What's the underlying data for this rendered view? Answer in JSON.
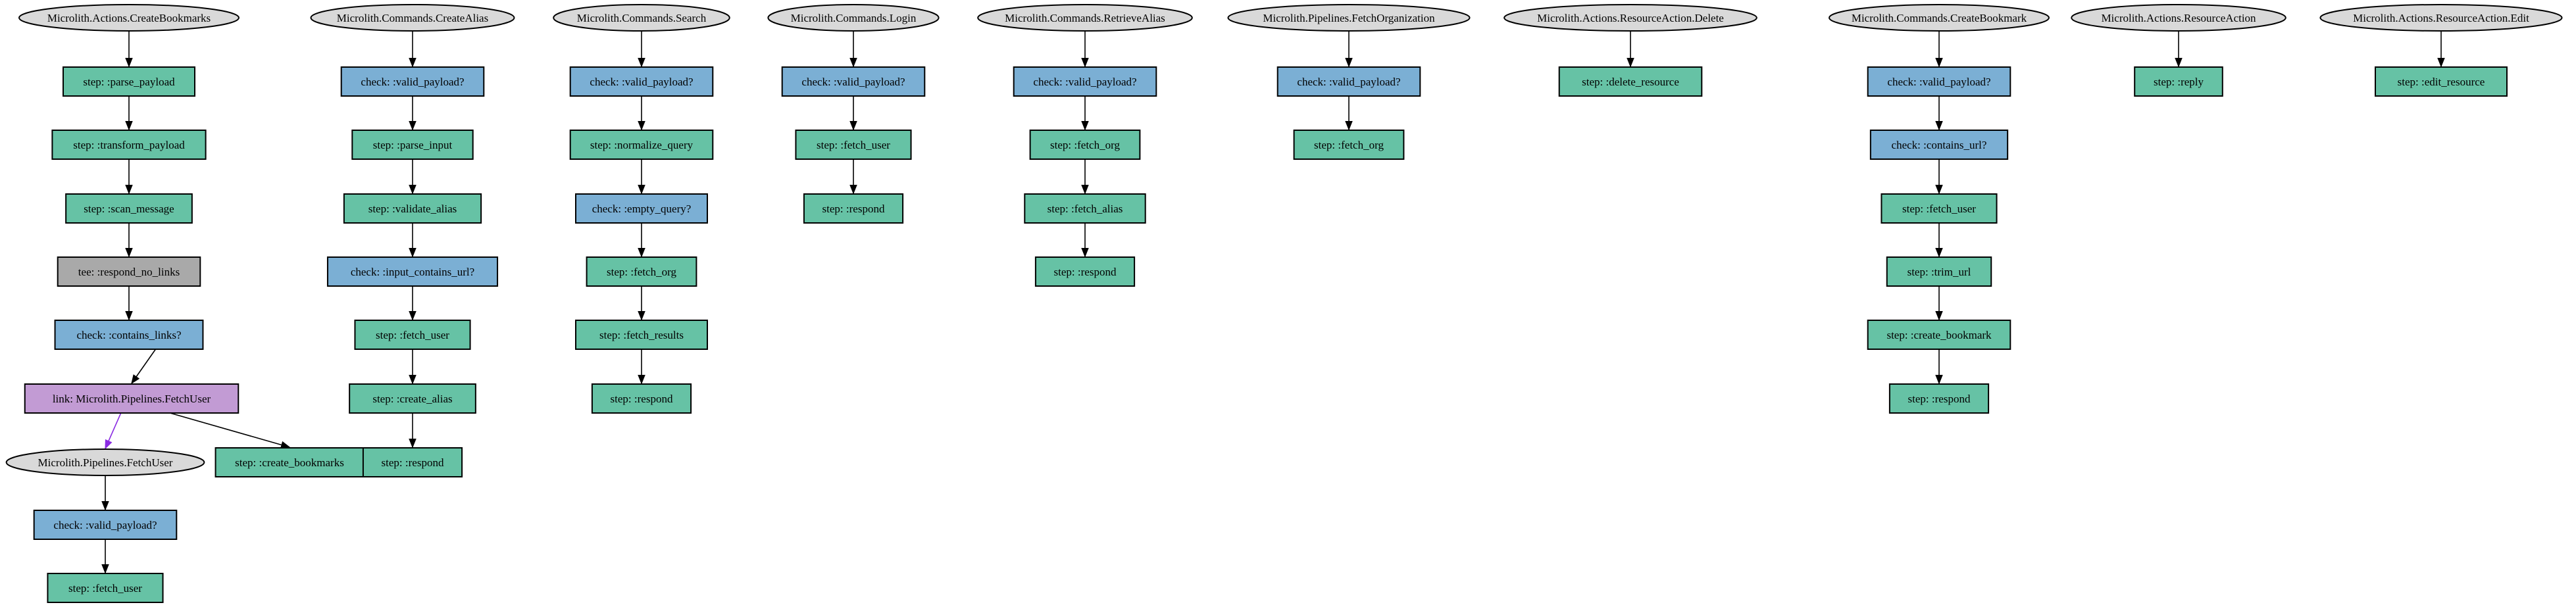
{
  "colors": {
    "step": "#66c2a5",
    "check": "#7bafd4",
    "tee": "#a9a9a9",
    "link": "#c29bd4",
    "root": "#d9d9d9",
    "edge": "#000000",
    "link_edge": "#8a2be2"
  },
  "nodes": [
    {
      "id": "r1",
      "kind": "root",
      "label": "Microlith.Actions.CreateBookmarks"
    },
    {
      "id": "n1a",
      "kind": "step",
      "label": "step: :parse_payload"
    },
    {
      "id": "n1b",
      "kind": "step",
      "label": "step: :transform_payload"
    },
    {
      "id": "n1c",
      "kind": "step",
      "label": "step: :scan_message"
    },
    {
      "id": "n1d",
      "kind": "tee",
      "label": "tee: :respond_no_links"
    },
    {
      "id": "n1e",
      "kind": "check",
      "label": "check: :contains_links?"
    },
    {
      "id": "n1f",
      "kind": "link",
      "label": "link: Microlith.Pipelines.FetchUser"
    },
    {
      "id": "r1s",
      "kind": "root",
      "label": "Microlith.Pipelines.FetchUser"
    },
    {
      "id": "n1g",
      "kind": "step",
      "label": "step: :create_bookmarks"
    },
    {
      "id": "n1h",
      "kind": "check",
      "label": "check: :valid_payload?"
    },
    {
      "id": "n1i",
      "kind": "step",
      "label": "step: :fetch_user"
    },
    {
      "id": "r2",
      "kind": "root",
      "label": "Microlith.Commands.CreateAlias"
    },
    {
      "id": "n2a",
      "kind": "check",
      "label": "check: :valid_payload?"
    },
    {
      "id": "n2b",
      "kind": "step",
      "label": "step: :parse_input"
    },
    {
      "id": "n2c",
      "kind": "step",
      "label": "step: :validate_alias"
    },
    {
      "id": "n2d",
      "kind": "check",
      "label": "check: :input_contains_url?"
    },
    {
      "id": "n2e",
      "kind": "step",
      "label": "step: :fetch_user"
    },
    {
      "id": "n2f",
      "kind": "step",
      "label": "step: :create_alias"
    },
    {
      "id": "n2g",
      "kind": "step",
      "label": "step: :respond"
    },
    {
      "id": "r3",
      "kind": "root",
      "label": "Microlith.Commands.Search"
    },
    {
      "id": "n3a",
      "kind": "check",
      "label": "check: :valid_payload?"
    },
    {
      "id": "n3b",
      "kind": "step",
      "label": "step: :normalize_query"
    },
    {
      "id": "n3c",
      "kind": "check",
      "label": "check: :empty_query?"
    },
    {
      "id": "n3d",
      "kind": "step",
      "label": "step: :fetch_org"
    },
    {
      "id": "n3e",
      "kind": "step",
      "label": "step: :fetch_results"
    },
    {
      "id": "n3f",
      "kind": "step",
      "label": "step: :respond"
    },
    {
      "id": "r4",
      "kind": "root",
      "label": "Microlith.Commands.Login"
    },
    {
      "id": "n4a",
      "kind": "check",
      "label": "check: :valid_payload?"
    },
    {
      "id": "n4b",
      "kind": "step",
      "label": "step: :fetch_user"
    },
    {
      "id": "n4c",
      "kind": "step",
      "label": "step: :respond"
    },
    {
      "id": "r5",
      "kind": "root",
      "label": "Microlith.Commands.RetrieveAlias"
    },
    {
      "id": "n5a",
      "kind": "check",
      "label": "check: :valid_payload?"
    },
    {
      "id": "n5b",
      "kind": "step",
      "label": "step: :fetch_org"
    },
    {
      "id": "n5c",
      "kind": "step",
      "label": "step: :fetch_alias"
    },
    {
      "id": "n5d",
      "kind": "step",
      "label": "step: :respond"
    },
    {
      "id": "r6",
      "kind": "root",
      "label": "Microlith.Pipelines.FetchOrganization"
    },
    {
      "id": "n6a",
      "kind": "check",
      "label": "check: :valid_payload?"
    },
    {
      "id": "n6b",
      "kind": "step",
      "label": "step: :fetch_org"
    },
    {
      "id": "r7",
      "kind": "root",
      "label": "Microlith.Actions.ResourceAction.Delete"
    },
    {
      "id": "n7a",
      "kind": "step",
      "label": "step: :delete_resource"
    },
    {
      "id": "r8",
      "kind": "root",
      "label": "Microlith.Commands.CreateBookmark"
    },
    {
      "id": "n8a",
      "kind": "check",
      "label": "check: :valid_payload?"
    },
    {
      "id": "n8b",
      "kind": "check",
      "label": "check: :contains_url?"
    },
    {
      "id": "n8c",
      "kind": "step",
      "label": "step: :fetch_user"
    },
    {
      "id": "n8d",
      "kind": "step",
      "label": "step: :trim_url"
    },
    {
      "id": "n8e",
      "kind": "step",
      "label": "step: :create_bookmark"
    },
    {
      "id": "n8f",
      "kind": "step",
      "label": "step: :respond"
    },
    {
      "id": "r9",
      "kind": "root",
      "label": "Microlith.Actions.ResourceAction"
    },
    {
      "id": "n9a",
      "kind": "step",
      "label": "step: :reply"
    },
    {
      "id": "r10",
      "kind": "root",
      "label": "Microlith.Actions.ResourceAction.Edit"
    },
    {
      "id": "n10a",
      "kind": "step",
      "label": "step: :edit_resource"
    }
  ],
  "edges": [
    {
      "from": "r1",
      "to": "n1a"
    },
    {
      "from": "n1a",
      "to": "n1b"
    },
    {
      "from": "n1b",
      "to": "n1c"
    },
    {
      "from": "n1c",
      "to": "n1d"
    },
    {
      "from": "n1d",
      "to": "n1e"
    },
    {
      "from": "n1e",
      "to": "n1f"
    },
    {
      "from": "n1f",
      "to": "r1s",
      "style": "link"
    },
    {
      "from": "n1f",
      "to": "n1g"
    },
    {
      "from": "r1s",
      "to": "n1h"
    },
    {
      "from": "n1h",
      "to": "n1i"
    },
    {
      "from": "r2",
      "to": "n2a"
    },
    {
      "from": "n2a",
      "to": "n2b"
    },
    {
      "from": "n2b",
      "to": "n2c"
    },
    {
      "from": "n2c",
      "to": "n2d"
    },
    {
      "from": "n2d",
      "to": "n2e"
    },
    {
      "from": "n2e",
      "to": "n2f"
    },
    {
      "from": "n2f",
      "to": "n2g"
    },
    {
      "from": "r3",
      "to": "n3a"
    },
    {
      "from": "n3a",
      "to": "n3b"
    },
    {
      "from": "n3b",
      "to": "n3c"
    },
    {
      "from": "n3c",
      "to": "n3d"
    },
    {
      "from": "n3d",
      "to": "n3e"
    },
    {
      "from": "n3e",
      "to": "n3f"
    },
    {
      "from": "r4",
      "to": "n4a"
    },
    {
      "from": "n4a",
      "to": "n4b"
    },
    {
      "from": "n4b",
      "to": "n4c"
    },
    {
      "from": "r5",
      "to": "n5a"
    },
    {
      "from": "n5a",
      "to": "n5b"
    },
    {
      "from": "n5b",
      "to": "n5c"
    },
    {
      "from": "n5c",
      "to": "n5d"
    },
    {
      "from": "r6",
      "to": "n6a"
    },
    {
      "from": "n6a",
      "to": "n6b"
    },
    {
      "from": "r7",
      "to": "n7a"
    },
    {
      "from": "r8",
      "to": "n8a"
    },
    {
      "from": "n8a",
      "to": "n8b"
    },
    {
      "from": "n8b",
      "to": "n8c"
    },
    {
      "from": "n8c",
      "to": "n8d"
    },
    {
      "from": "n8d",
      "to": "n8e"
    },
    {
      "from": "n8e",
      "to": "n8f"
    },
    {
      "from": "r9",
      "to": "n9a"
    },
    {
      "from": "r10",
      "to": "n10a"
    }
  ]
}
